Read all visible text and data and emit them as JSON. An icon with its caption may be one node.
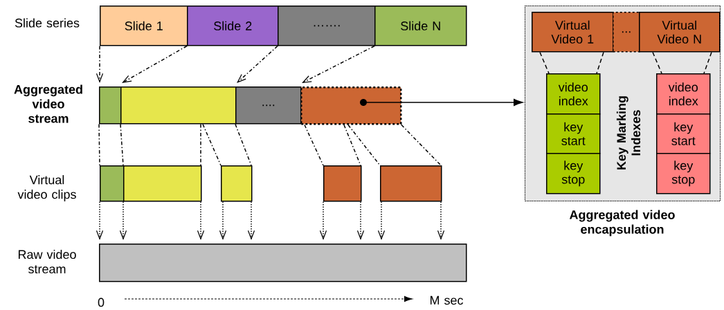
{
  "diagram": {
    "nodes": [
      {
        "text": [
          "Slide 1"
        ]
      },
      {
        "text": [
          "Slide 2"
        ]
      },
      {
        "text": [
          "……."
        ]
      },
      {
        "text": [
          "Slide N"
        ]
      },
      {
        "text": [],
        "shape": "box"
      },
      {
        "text": [],
        "shape": "box"
      },
      {
        "text": [
          "...."
        ]
      },
      {
        "text": [],
        "shape": "box"
      },
      {
        "text": [],
        "shape": "box"
      },
      {
        "text": [],
        "shape": "box"
      },
      {
        "text": [],
        "shape": "box"
      },
      {
        "text": [],
        "shape": "box"
      },
      {
        "text": [],
        "shape": "box"
      },
      {
        "text": [],
        "shape": "box"
      },
      {
        "text": [
          "Aggregated video encapsulation"
        ]
      },
      {
        "text": [
          "Virtual Video 1"
        ],
        "in": 14
      },
      {
        "text": [
          "..."
        ],
        "in": 14
      },
      {
        "text": [
          "Virtual Video N"
        ],
        "in": 14
      },
      {
        "text": [
          "video index"
        ],
        "in": 14
      },
      {
        "text": [
          "key start"
        ],
        "in": 14
      },
      {
        "text": [
          "key stop"
        ],
        "in": 14
      },
      {
        "text": [
          "video index"
        ],
        "in": 14
      },
      {
        "text": [
          "key start"
        ],
        "in": 14
      },
      {
        "text": [
          "key stop"
        ],
        "in": 14
      }
    ],
    "edges": [
      {
        "from": 0,
        "to": 4,
        "arrow": "to",
        "style": "dashed"
      },
      {
        "from": 0,
        "to": 5,
        "arrow": "to",
        "style": "dashed"
      },
      {
        "from": 1,
        "to": 6,
        "arrow": "to",
        "style": "dashed"
      },
      {
        "from": 2,
        "to": 7,
        "arrow": "to",
        "style": "dashed"
      },
      {
        "from": 4,
        "to": 8,
        "arrow": "none",
        "style": "dashed"
      },
      {
        "from": 5,
        "to": 9,
        "arrow": "none",
        "style": "dashed"
      },
      {
        "from": 5,
        "to": 9,
        "arrow": "none",
        "style": "dashed"
      },
      {
        "from": 5,
        "to": 10,
        "arrow": "none",
        "style": "dashed"
      },
      {
        "from": 5,
        "to": 10,
        "arrow": "none",
        "style": "dashed"
      },
      {
        "from": 7,
        "to": 11,
        "arrow": "none",
        "style": "dashed"
      },
      {
        "from": 7,
        "to": 11,
        "arrow": "none",
        "style": "dashed"
      },
      {
        "from": 7,
        "to": 12,
        "arrow": "none",
        "style": "dashed"
      },
      {
        "from": 7,
        "to": 12,
        "arrow": "none",
        "style": "dashed"
      },
      {
        "from": 8,
        "to": 13,
        "arrow": "to",
        "style": "dashed"
      },
      {
        "from": 9,
        "to": 13,
        "arrow": "to",
        "style": "dashed"
      },
      {
        "from": 9,
        "to": 13,
        "arrow": "to",
        "style": "dashed"
      },
      {
        "from": 10,
        "to": 13,
        "arrow": "to",
        "style": "dashed"
      },
      {
        "from": 10,
        "to": 13,
        "arrow": "to",
        "style": "dashed"
      },
      {
        "from": 11,
        "to": 13,
        "arrow": "to",
        "style": "dashed"
      },
      {
        "from": 11,
        "to": 13,
        "arrow": "to",
        "style": "dashed"
      },
      {
        "from": 12,
        "to": 13,
        "arrow": "to",
        "style": "dashed"
      },
      {
        "from": 12,
        "to": 13,
        "arrow": "to",
        "style": "dashed"
      },
      {
        "from": 7,
        "to": 14,
        "arrow": "to"
      },
      {
        "from": 15,
        "to": 18,
        "arrow": "none",
        "style": "dashed"
      },
      {
        "from": 15,
        "to": 18,
        "arrow": "none",
        "style": "dashed"
      },
      {
        "from": 17,
        "to": 21,
        "arrow": "none",
        "style": "dashed"
      },
      {
        "from": 17,
        "to": 21,
        "arrow": "none",
        "style": "dashed"
      }
    ],
    "labels": [
      "Slide series",
      "Aggregated video stream",
      "Virtual video clips",
      "Raw video stream",
      "Key Marking Indexes",
      "0",
      "M sec"
    ]
  }
}
